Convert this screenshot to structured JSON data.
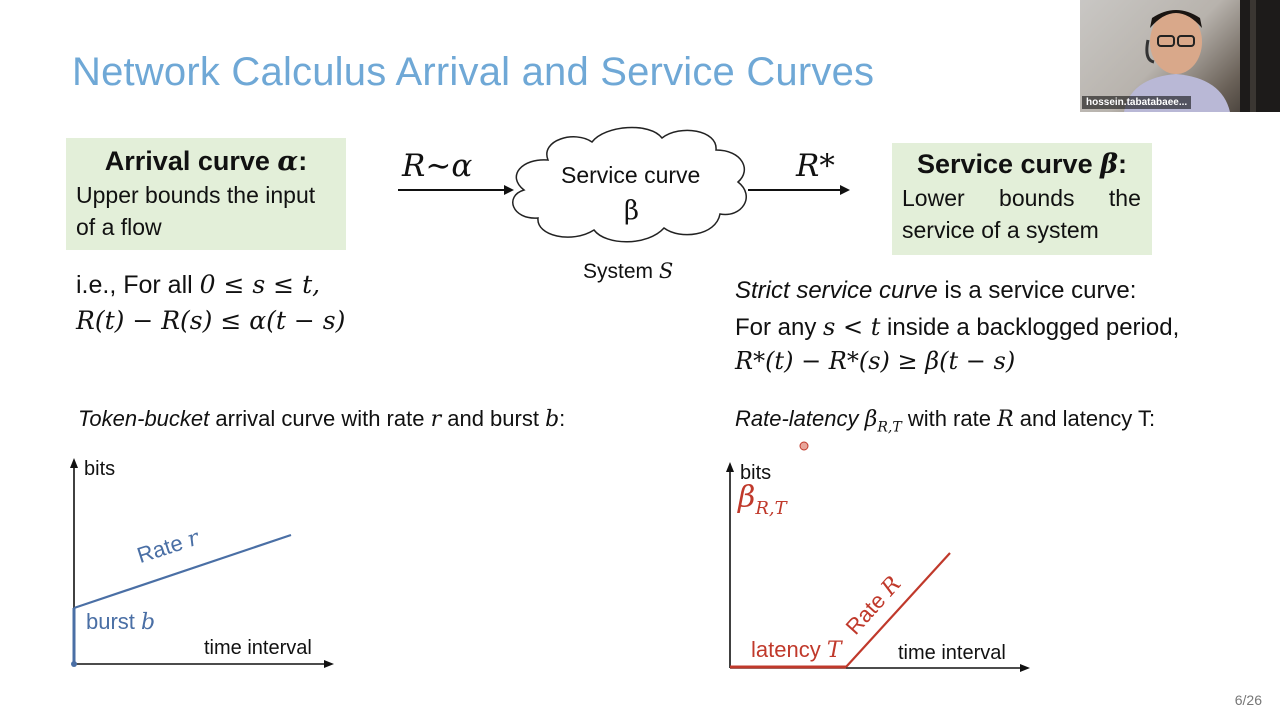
{
  "slide": {
    "title": "Network Calculus Arrival and Service Curves",
    "page_number": "6/26"
  },
  "arrival_box": {
    "heading": "Arrival curve",
    "heading_symbol": "α",
    "body_line1": "Upper bounds the input",
    "body_line2": "of a flow"
  },
  "service_box": {
    "heading": "Service curve",
    "heading_symbol": "β",
    "body_line1": "Lower bounds the",
    "body_line2": "service of a system"
  },
  "diagram": {
    "input_label": "R∼α",
    "output_label": "R*",
    "cloud_line1": "Service curve",
    "cloud_line2": "β",
    "system_label": "System",
    "system_symbol": "S"
  },
  "arrival_def": {
    "line1_text": "i.e., For all",
    "line1_math": "0 ≤ s ≤ t,",
    "line2_math": "R(t) − R(s) ≤ α(t − s)"
  },
  "strict_def": {
    "line1_italic": "Strict service curve",
    "line1_rest": " is a service curve:",
    "line2_pre": "For any ",
    "line2_math": "s < t",
    "line2_post": " inside a backlogged period,",
    "line3_math": "R*(t) − R*(s) ≥ β(t − s)"
  },
  "token_bucket": {
    "caption_italic": "Token-bucket",
    "caption_pre": " arrival curve with rate ",
    "caption_r": "r",
    "caption_mid": " and burst ",
    "caption_b": "b",
    "caption_end": ":",
    "y_axis": "bits",
    "x_axis": "time interval",
    "rate_label_text": "Rate ",
    "rate_label_sym": "r",
    "burst_label_text": "burst ",
    "burst_label_sym": "b",
    "color": "#4a6fa5"
  },
  "rate_latency": {
    "caption_italic": "Rate-latency",
    "caption_sym": "β",
    "caption_sub": "R,T",
    "caption_pre": " with rate ",
    "caption_R": "R",
    "caption_post": " and latency T:",
    "y_axis": "bits",
    "x_axis": "time interval",
    "curve_sym": "β",
    "curve_sub": "R,T",
    "rate_label_text": "Rate ",
    "rate_label_sym": "R",
    "latency_label_text": "latency ",
    "latency_label_sym": "T",
    "color": "#c0392b"
  },
  "webcam": {
    "participant_name": "hossein.tabatabaee..."
  }
}
